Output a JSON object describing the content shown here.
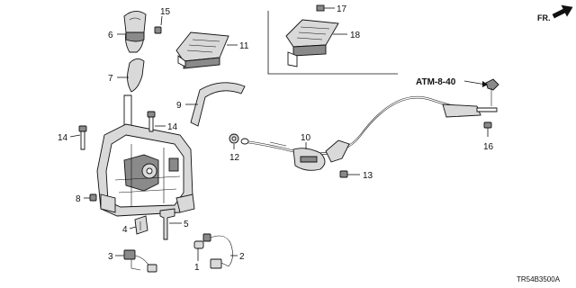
{
  "diagram": {
    "direction_label": "FR.",
    "reference_label": "ATM-8-40",
    "drawing_code": "TR54B3500A",
    "callouts": {
      "c1": "1",
      "c2": "2",
      "c3": "3",
      "c4": "4",
      "c5": "5",
      "c6": "6",
      "c7": "7",
      "c8": "8",
      "c9": "9",
      "c10": "10",
      "c11": "11",
      "c12": "12",
      "c13": "13",
      "c14a": "14",
      "c14b": "14",
      "c15": "15",
      "c16": "16",
      "c17": "17",
      "c18": "18"
    }
  }
}
